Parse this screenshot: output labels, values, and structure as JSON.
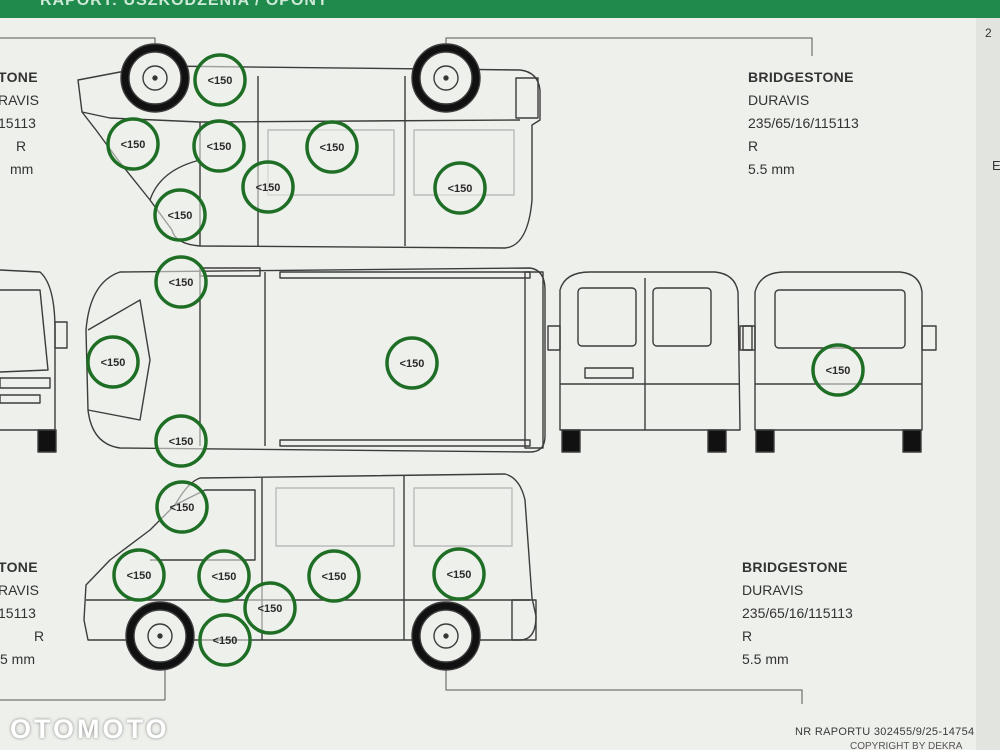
{
  "header": {
    "title": "RAPORT: USZKODZENIA / OPONY"
  },
  "right_edge": {
    "text1": "2",
    "text2": "E"
  },
  "tires": {
    "top_left": {
      "brand": "TONE",
      "model": "RAVIS",
      "size": "15113",
      "pos": "R",
      "depth": "mm"
    },
    "top_right": {
      "brand": "BRIDGESTONE",
      "model": "DURAVIS",
      "size": "235/65/16/115113",
      "pos": "R",
      "depth": "5.5 mm"
    },
    "bottom_left": {
      "brand": "TONE",
      "model": "RAVIS",
      "size": "15113",
      "pos": "R",
      "depth": "5 mm"
    },
    "bottom_right": {
      "brand": "BRIDGESTONE",
      "model": "DURAVIS",
      "size": "235/65/16/115113",
      "pos": "R",
      "depth": "5.5 mm"
    }
  },
  "paint_stamp_label": "<150",
  "stamp_color": "#1f6e25",
  "footer": {
    "report_number": "NR RAPORTU 302455/9/25-14754",
    "copyright": "COPYRIGHT BY DEKRA"
  },
  "watermark": "OTOMOTO"
}
